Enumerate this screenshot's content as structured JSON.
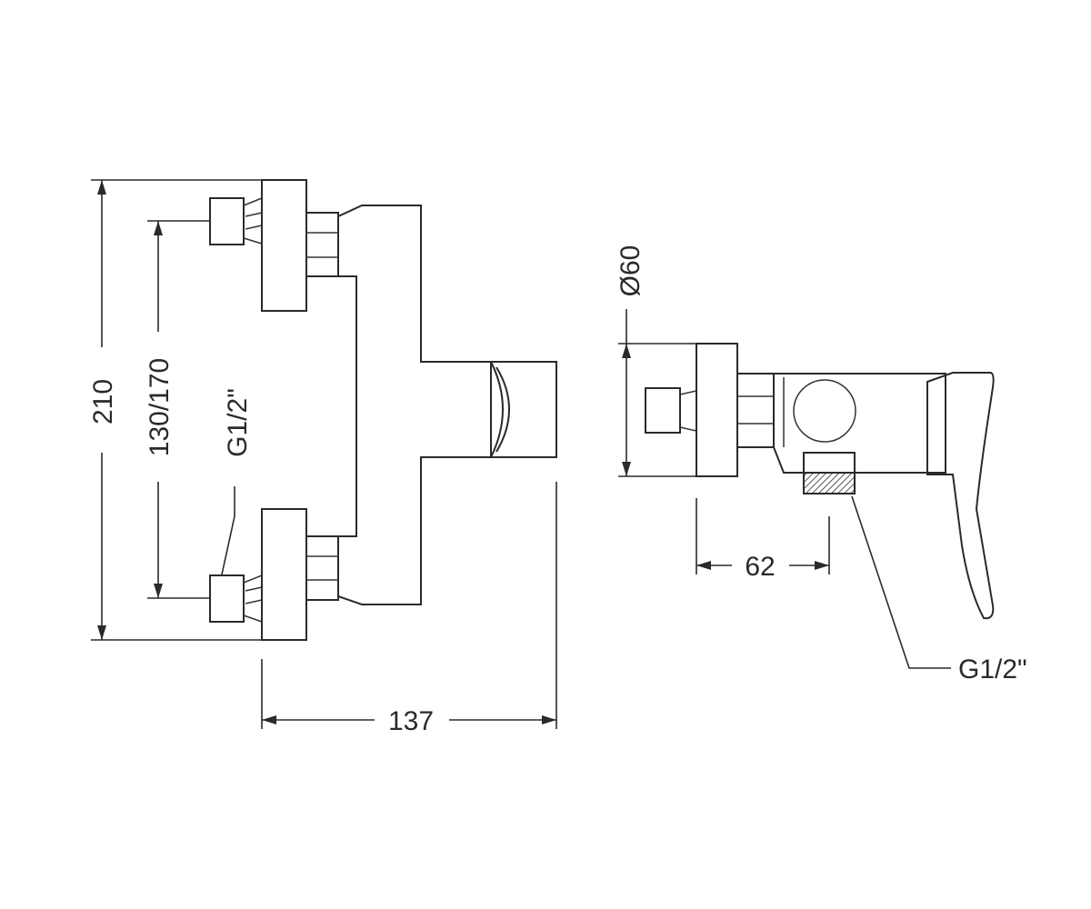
{
  "front_view": {
    "dims": {
      "height_overall": "210",
      "inlet_centres": "130/170",
      "width_depth": "137"
    },
    "thread_label": "G1/2\""
  },
  "side_view": {
    "dims": {
      "diameter": "Ø60",
      "projection": "62"
    },
    "thread_label": "G1/2\""
  }
}
